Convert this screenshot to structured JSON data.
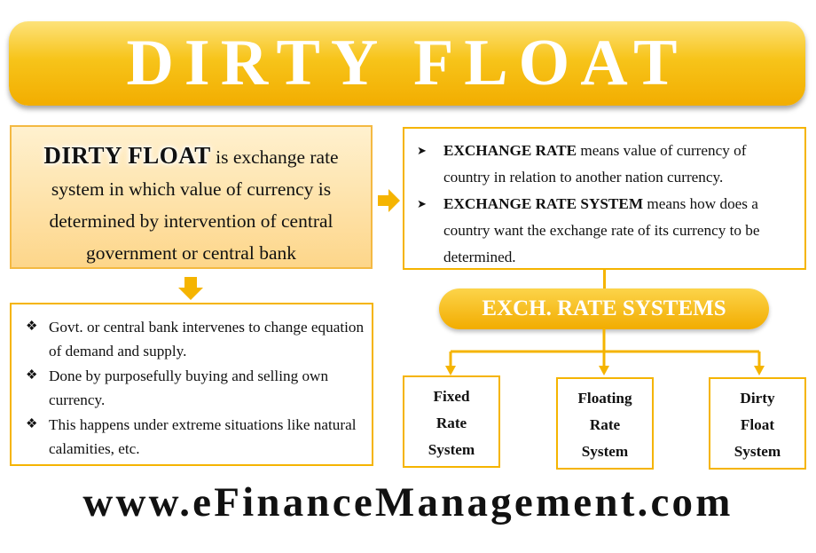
{
  "banner": {
    "title": "DIRTY FLOAT"
  },
  "definition": {
    "strong": "DIRTY FLOAT",
    "rest": " is exchange rate system in which value of currency is determined by intervention of central government or central bank"
  },
  "exchange_rate_box": {
    "items": [
      {
        "term": "EXCHANGE RATE",
        "text": " means value of currency of country in relation to another nation currency."
      },
      {
        "term": "EXCHANGE RATE SYSTEM",
        "text": " means how does a country want the exchange rate of its currency to be determined."
      }
    ]
  },
  "characteristics": {
    "items": [
      "Govt. or central bank intervenes to change equation of demand and supply.",
      "Done by purposefully buying and selling own currency.",
      "This happens under extreme situations like natural calamities, etc."
    ]
  },
  "systems": {
    "title": "EXCH. RATE SYSTEMS",
    "boxes": [
      {
        "lines": [
          "Fixed",
          "Rate",
          "System"
        ]
      },
      {
        "lines": [
          "Floating",
          "Rate",
          "System"
        ]
      },
      {
        "lines": [
          "Dirty",
          "Float",
          "System"
        ]
      }
    ]
  },
  "footer": {
    "site": "www.eFinanceManagement.com"
  },
  "colors": {
    "accent": "#f5b400",
    "accent_light": "#fde27a",
    "text": "#111111"
  }
}
